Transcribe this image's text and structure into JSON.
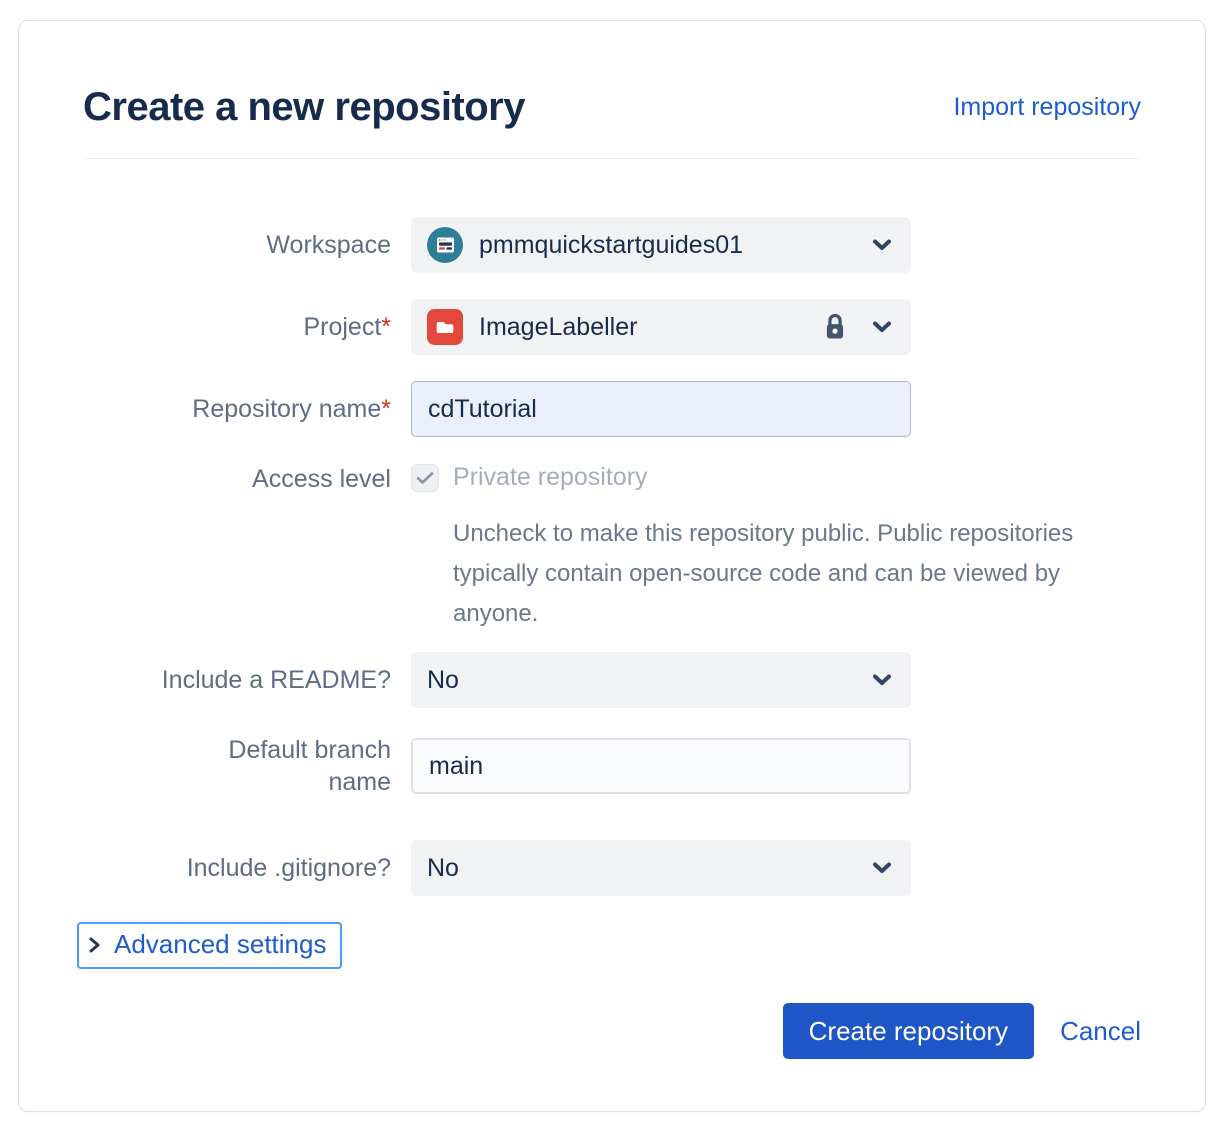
{
  "header": {
    "title": "Create a new repository",
    "import_link": "Import repository"
  },
  "form": {
    "workspace": {
      "label": "Workspace",
      "value": "pmmquickstartguides01"
    },
    "project": {
      "label": "Project",
      "required_marker": "*",
      "value": "ImageLabeller"
    },
    "repository_name": {
      "label": "Repository name",
      "required_marker": "*",
      "value": "cdTutorial"
    },
    "access_level": {
      "label": "Access level",
      "checkbox_label": "Private repository",
      "checked": true,
      "help_text": "Uncheck to make this repository public. Public repositories typically contain open-source code and can be viewed by anyone."
    },
    "include_readme": {
      "label": "Include a README?",
      "value": "No"
    },
    "default_branch": {
      "label": "Default branch name",
      "value": "main"
    },
    "include_gitignore": {
      "label": "Include .gitignore?",
      "value": "No"
    },
    "advanced_settings_label": "Advanced settings"
  },
  "actions": {
    "create_label": "Create repository",
    "cancel_label": "Cancel"
  },
  "colors": {
    "title_text": "#172B4D",
    "label_text": "#5E6C84",
    "link_blue": "#1D5BCE",
    "button_blue": "#1E56C5",
    "required_red": "#CA3521",
    "helper_text": "#6B778C",
    "disabled_text": "#A5ADBA",
    "field_bg": "#F1F2F4",
    "repo_input_bg": "#E9F0FB",
    "project_icon_red": "#E2483D",
    "workspace_avatar_teal": "#2E7F95",
    "focus_ring_blue": "#4C9AFF"
  }
}
